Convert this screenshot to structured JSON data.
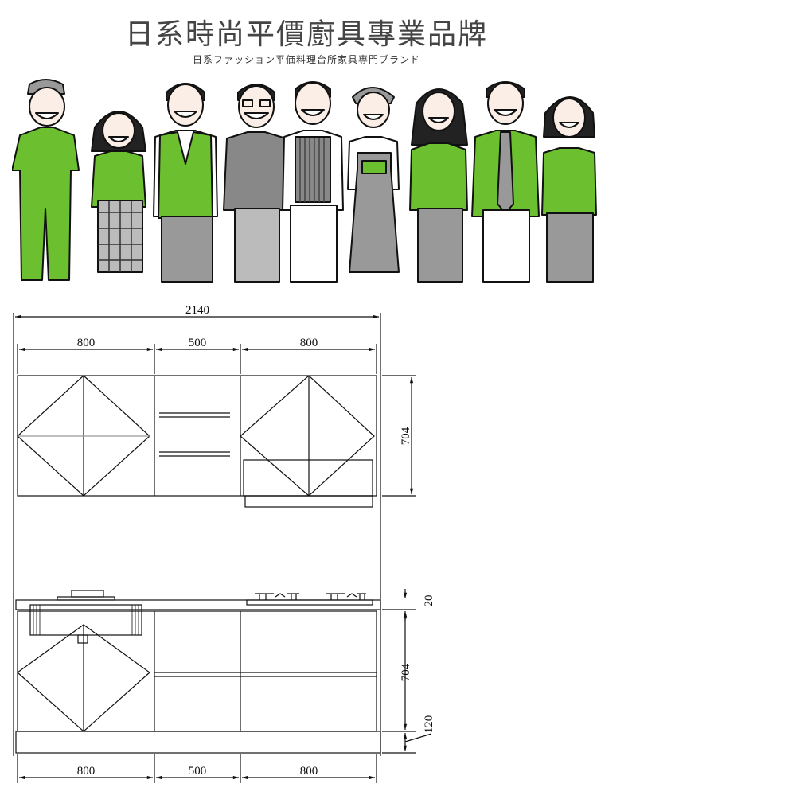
{
  "header": {
    "title": "日系時尚平價廚具專業品牌",
    "subtitle": "日系ファッション平価料理台所家具専門ブランド"
  },
  "colors": {
    "brand_green": "#6cbf2e",
    "gray_clothing": "#9a9a9a",
    "line": "#111111"
  },
  "illustration": {
    "characters": [
      {
        "name": "worker-cap",
        "outfit": "green overalls"
      },
      {
        "name": "woman-bow",
        "outfit": "green cardigan, plaid skirt"
      },
      {
        "name": "man-vest",
        "outfit": "green vest, gray pants"
      },
      {
        "name": "man-glasses-mustache",
        "outfit": "gray jacket"
      },
      {
        "name": "man-glasses-sweater",
        "outfit": "striped sweater vest"
      },
      {
        "name": "woman-apron",
        "outfit": "gray apron"
      },
      {
        "name": "woman-blazer",
        "outfit": "green blazer"
      },
      {
        "name": "man-tie",
        "outfit": "green shirt, tie"
      },
      {
        "name": "woman-cardigan",
        "outfit": "green cardigan, gray skirt"
      }
    ]
  },
  "diagram": {
    "top": {
      "total_width": "2140",
      "segments": [
        "800",
        "500",
        "800"
      ],
      "height": "704"
    },
    "bottom": {
      "countertop": "20",
      "height": "704",
      "plinth": "120",
      "segments": [
        "800",
        "500",
        "800"
      ]
    }
  }
}
